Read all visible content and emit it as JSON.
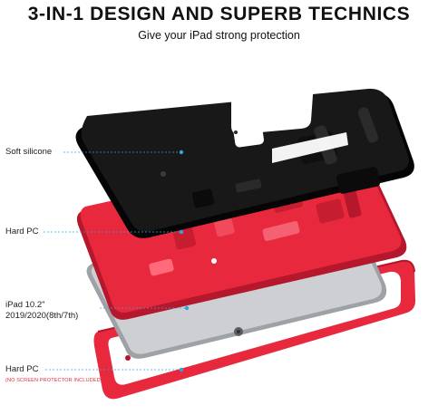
{
  "header": {
    "title": "3-IN-1 DESIGN AND SUPERB TECHNICS",
    "subtitle": "Give your iPad strong protection"
  },
  "labels": {
    "soft_silicone": "Soft silicone",
    "hard_pc_top": "Hard PC",
    "ipad_line1": "iPad 10.2\"",
    "ipad_line2": "2019/2020(8th/7th)",
    "hard_pc_bottom": "Hard PC",
    "screen_note": "(NO SCREEN PROTECTOR INCLUDED)"
  },
  "colors": {
    "silicone": "#141414",
    "hard_pc": "#e8283d",
    "ipad": "#c9cbce",
    "leader_line": "#3aa0d8"
  }
}
